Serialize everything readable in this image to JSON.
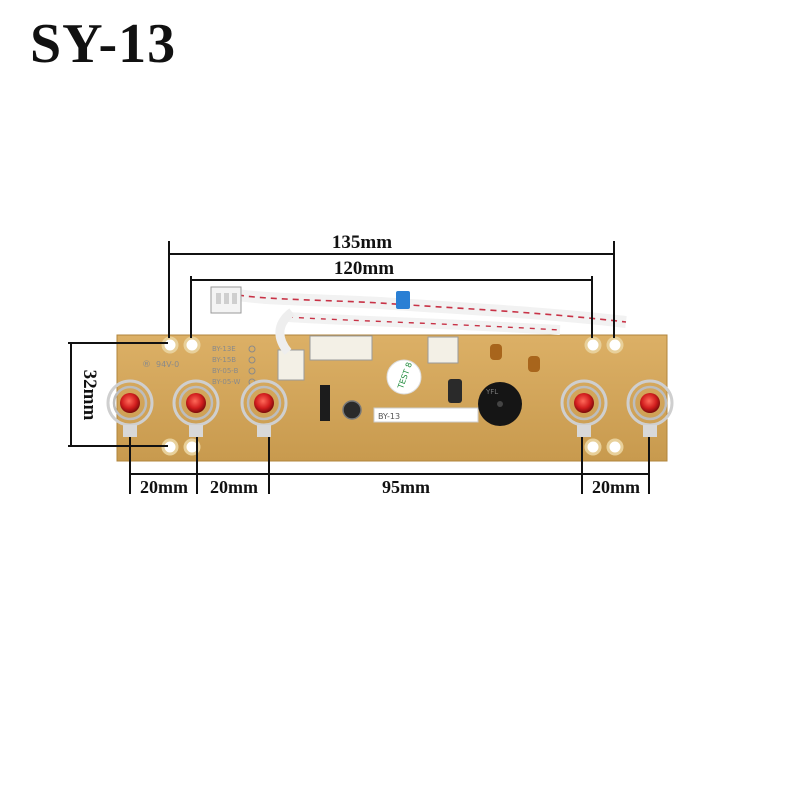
{
  "title": "SY-13",
  "dimensions": {
    "total_width": "135mm",
    "hole_span": "120mm",
    "height": "32mm",
    "spacing_1": "20mm",
    "spacing_2": "20mm",
    "spacing_3": "95mm",
    "spacing_4": "20mm"
  },
  "board": {
    "marking_94v": "94V-0",
    "silk_labels": [
      "BY-13E",
      "BY-15B",
      "BY-05-B",
      "BY-05-W"
    ],
    "sticker_label": "TEST 8",
    "board_label": "BY-13",
    "buzzer_label": "YFL"
  },
  "colors": {
    "pcb": "#d4a659",
    "dimension_lines": "#111111",
    "led": "#d21e1e",
    "wire_stripe": "#c83246"
  }
}
